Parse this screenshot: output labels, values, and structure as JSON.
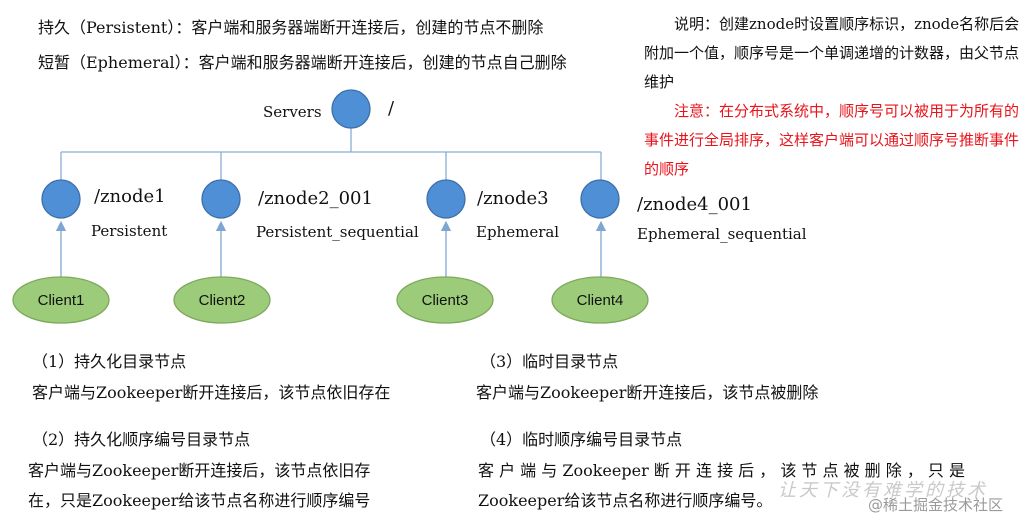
{
  "header": {
    "persistent_def": "持久（Persistent）：客户端和服务器端断开连接后，创建的节点不删除",
    "ephemeral_def": "短暂（Ephemeral）：客户端和服务器端断开连接后，创建的节点自己删除"
  },
  "note": {
    "description": "说明：创建znode时设置顺序标识，znode名称后会附加一个值，顺序号是一个单调递增的计数器，由父节点维护",
    "warning": "注意：在分布式系统中，顺序号可以被用于为所有的事件进行全局排序，这样客户端可以通过顺序号推断事件的顺序",
    "warning_color": "#e8141b"
  },
  "tree": {
    "root_label": "Servers",
    "root_path": "/",
    "node_color": "#4f8fd6",
    "client_color": "#9ccc79",
    "znodes": [
      {
        "path": "/znode1",
        "type": "Persistent",
        "client": "Client1"
      },
      {
        "path": "/znode2_001",
        "type": "Persistent_sequential",
        "client": "Client2"
      },
      {
        "path": "/znode3",
        "type": "Ephemeral",
        "client": "Client3"
      },
      {
        "path": "/znode4_001",
        "type": "Ephemeral_sequential",
        "client": "Client4"
      }
    ]
  },
  "sections": [
    {
      "title": "（1）持久化目录节点",
      "body": "客户端与Zookeeper断开连接后，该节点依旧存在"
    },
    {
      "title": "（2）持久化顺序编号目录节点",
      "body_line1": "客户端与Zookeeper断开连接后，该节点依旧存",
      "body_line2": "在，只是Zookeeper给该节点名称进行顺序编号"
    },
    {
      "title": "（3）临时目录节点",
      "body": "客户端与Zookeeper断开连接后，该节点被删除"
    },
    {
      "title": "（4）临时顺序编号目录节点",
      "body_line1": "客 户 端 与 Zookeeper 断 开 连 接 后 ， 该 节 点 被 删 除 ， 只 是",
      "body_line2": "Zookeeper给该节点名称进行顺序编号。"
    }
  ],
  "watermark": {
    "handwritten": "让天下没有难学的技术",
    "credit": "@稀土掘金技术社区"
  }
}
